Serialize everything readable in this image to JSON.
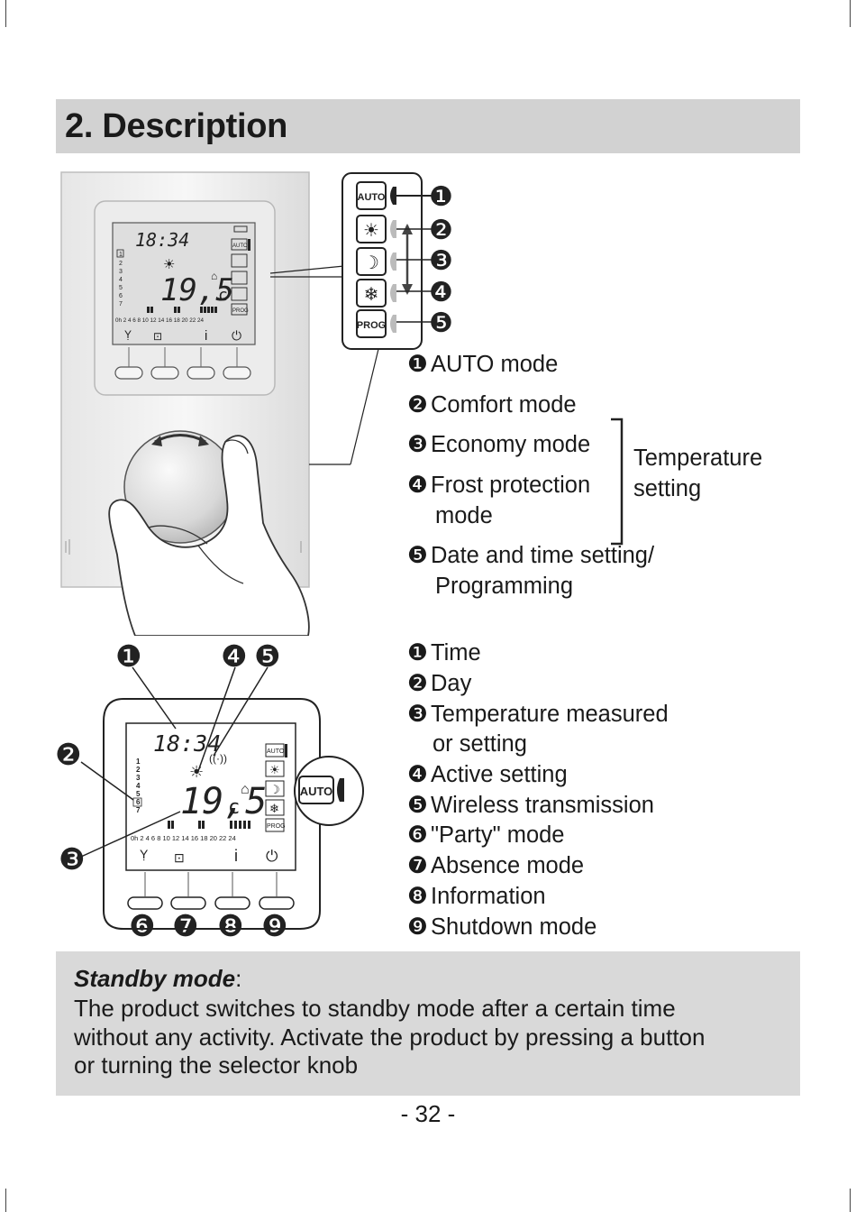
{
  "section_title": "2. Description",
  "mode_panel": {
    "buttons": [
      "AUTO",
      "☀",
      "☽",
      "❄",
      "PROG"
    ],
    "callouts": [
      "❶",
      "❷",
      "❸",
      "❹",
      "❺"
    ]
  },
  "device_display": {
    "time": "18:34",
    "temperature": "19,5",
    "unit": "c",
    "days": [
      "1",
      "2",
      "3",
      "4",
      "5",
      "6",
      "7"
    ],
    "hour_scale": "0h 2 4 6 8 10 12 14 16 18 20 22 24",
    "auto_label": "AUTO",
    "prog_label": "PROG"
  },
  "modes_list": {
    "items": [
      {
        "num": "❶",
        "label": "AUTO mode"
      },
      {
        "num": "❷",
        "label": "Comfort mode"
      },
      {
        "num": "❸",
        "label": "Economy mode"
      },
      {
        "num": "❹",
        "label": "Frost protection",
        "label2": "mode"
      },
      {
        "num": "❺",
        "label": "Date and time setting/",
        "label2": "Programming"
      }
    ],
    "bracket_label_1": "Temperature",
    "bracket_label_2": "setting"
  },
  "display_list": {
    "items": [
      {
        "num": "❶",
        "label": "Time"
      },
      {
        "num": "❷",
        "label": "Day"
      },
      {
        "num": "❸",
        "label": "Temperature measured",
        "label2": "or setting"
      },
      {
        "num": "❹",
        "label": "Active setting"
      },
      {
        "num": "❺",
        "label": "Wireless transmission"
      },
      {
        "num": "❻",
        "label": "\"Party\" mode"
      },
      {
        "num": "❼",
        "label": "Absence mode"
      },
      {
        "num": "❽",
        "label": "Information"
      },
      {
        "num": "❾",
        "label": "Shutdown mode"
      }
    ]
  },
  "display_callouts": [
    "❶",
    "❷",
    "❸",
    "❹",
    "❺",
    "❻",
    "❼",
    "❽",
    "❾"
  ],
  "standby": {
    "title": "Standby mode",
    "colon": ":",
    "line1": "The product switches to standby mode after a certain time",
    "line2": "without any activity. Activate the product by pressing a button",
    "line3": "or turning the selector knob"
  },
  "page_number": "- 32 -"
}
